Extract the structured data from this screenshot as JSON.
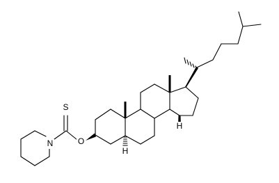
{
  "labels": {
    "S": "S",
    "N": "N",
    "O": "O",
    "H_C5": "H",
    "H_C14": "H"
  }
}
